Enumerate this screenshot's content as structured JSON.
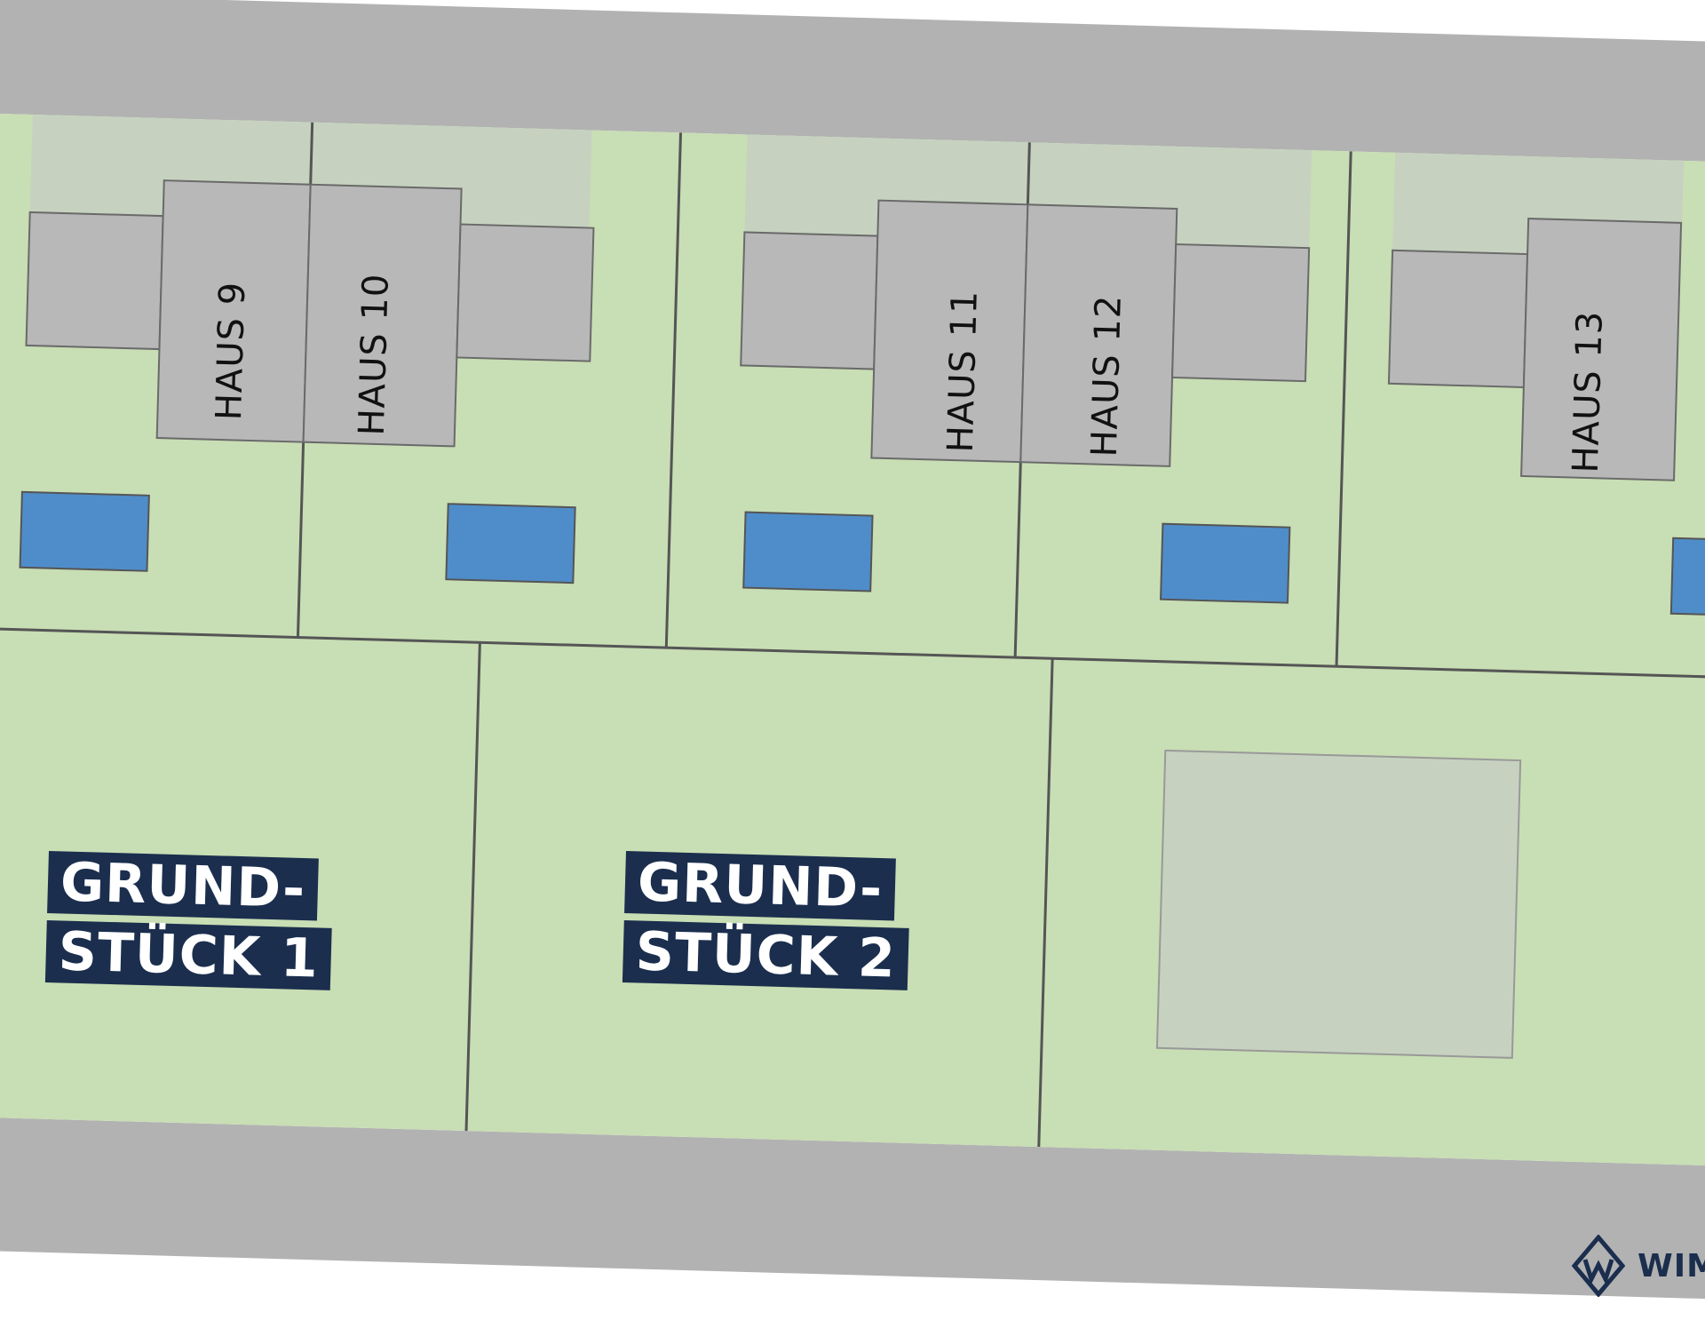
{
  "colors": {
    "road": "#b2b2b2",
    "lawn": "#c8deb4",
    "frontyard": "#c6d2bf",
    "building": "#b8b8b8",
    "pool": "#4f8dca",
    "property_line": "#555555",
    "label_bg": "#1b2e4e",
    "label_text": "#ffffff",
    "brand": "#1b2e4e"
  },
  "houses": [
    {
      "label": "HAUS 9"
    },
    {
      "label": "HAUS 10"
    },
    {
      "label": "HAUS 11"
    },
    {
      "label": "HAUS 12"
    },
    {
      "label": "HAUS 13"
    }
  ],
  "plots": [
    {
      "line1": "GRUND-",
      "line2": "STÜCK 1"
    },
    {
      "line1": "GRUND-",
      "line2": "STÜCK 2"
    }
  ],
  "brand": {
    "text": "WIM",
    "icon": "logo-icon"
  }
}
